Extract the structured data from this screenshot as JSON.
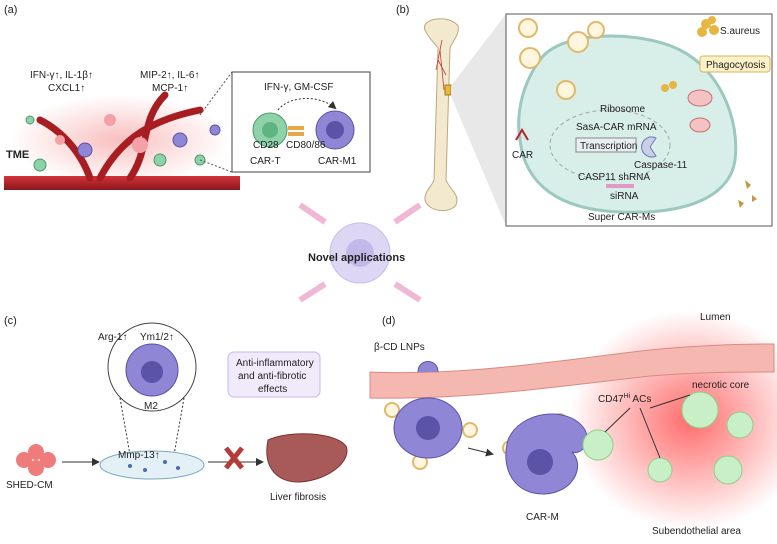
{
  "panels": {
    "a": {
      "tag": "(a)",
      "tme": "TME",
      "cyt_left_1": "IFN-γ↑, IL-1β↑",
      "cyt_left_2": "CXCL1↑",
      "cyt_right_1": "MIP-2↑, IL-6↑",
      "cyt_right_2": "MCP-1↑",
      "inset_top": "IFN-γ, GM-CSF",
      "cd28": "CD28",
      "cd80": "CD80/86",
      "cart": "CAR-T",
      "carm1": "CAR-M1"
    },
    "b": {
      "tag": "(b)",
      "saureus": "S.aureus",
      "phagocytosis": "Phagocytosis",
      "ribosome": "Ribosome",
      "car": "CAR",
      "sasa": "SasA-CAR mRNA",
      "transcription": "Transcription",
      "caspase": "Caspase-11",
      "shrna": "CASP11 shRNA",
      "sirna": "siRNA",
      "super": "Super CAR-Ms"
    },
    "center": {
      "title": "Novel applications"
    },
    "c": {
      "tag": "(c)",
      "arg": "Arg-1↑",
      "ym": "Ym1/2↑",
      "m2": "M2",
      "effects_1": "Anti-inflammatory",
      "effects_2": "and anti-fibrotic",
      "effects_3": "effects",
      "shed": "SHED-CM",
      "mmp": "Mmp-13↑",
      "liver": "Liver fibrosis"
    },
    "d": {
      "tag": "(d)",
      "lumen": "Lumen",
      "lnps": "β-CD LNPs",
      "cd47": "CD47",
      "cd47_sup": "Hi",
      "cd47_rest": " ACs",
      "necrotic": "necrotic core",
      "carm": "CAR-M",
      "sub": "Subendothelial area"
    }
  },
  "colors": {
    "vessel": "#b7242a",
    "macrophage": "#8f86d6",
    "tcell": "#8fd1a8",
    "callout": "#f0eafa",
    "phago": "#fdf1c8",
    "necrotic": "#ff4d4d",
    "endothelium": "#f5b8b0"
  }
}
